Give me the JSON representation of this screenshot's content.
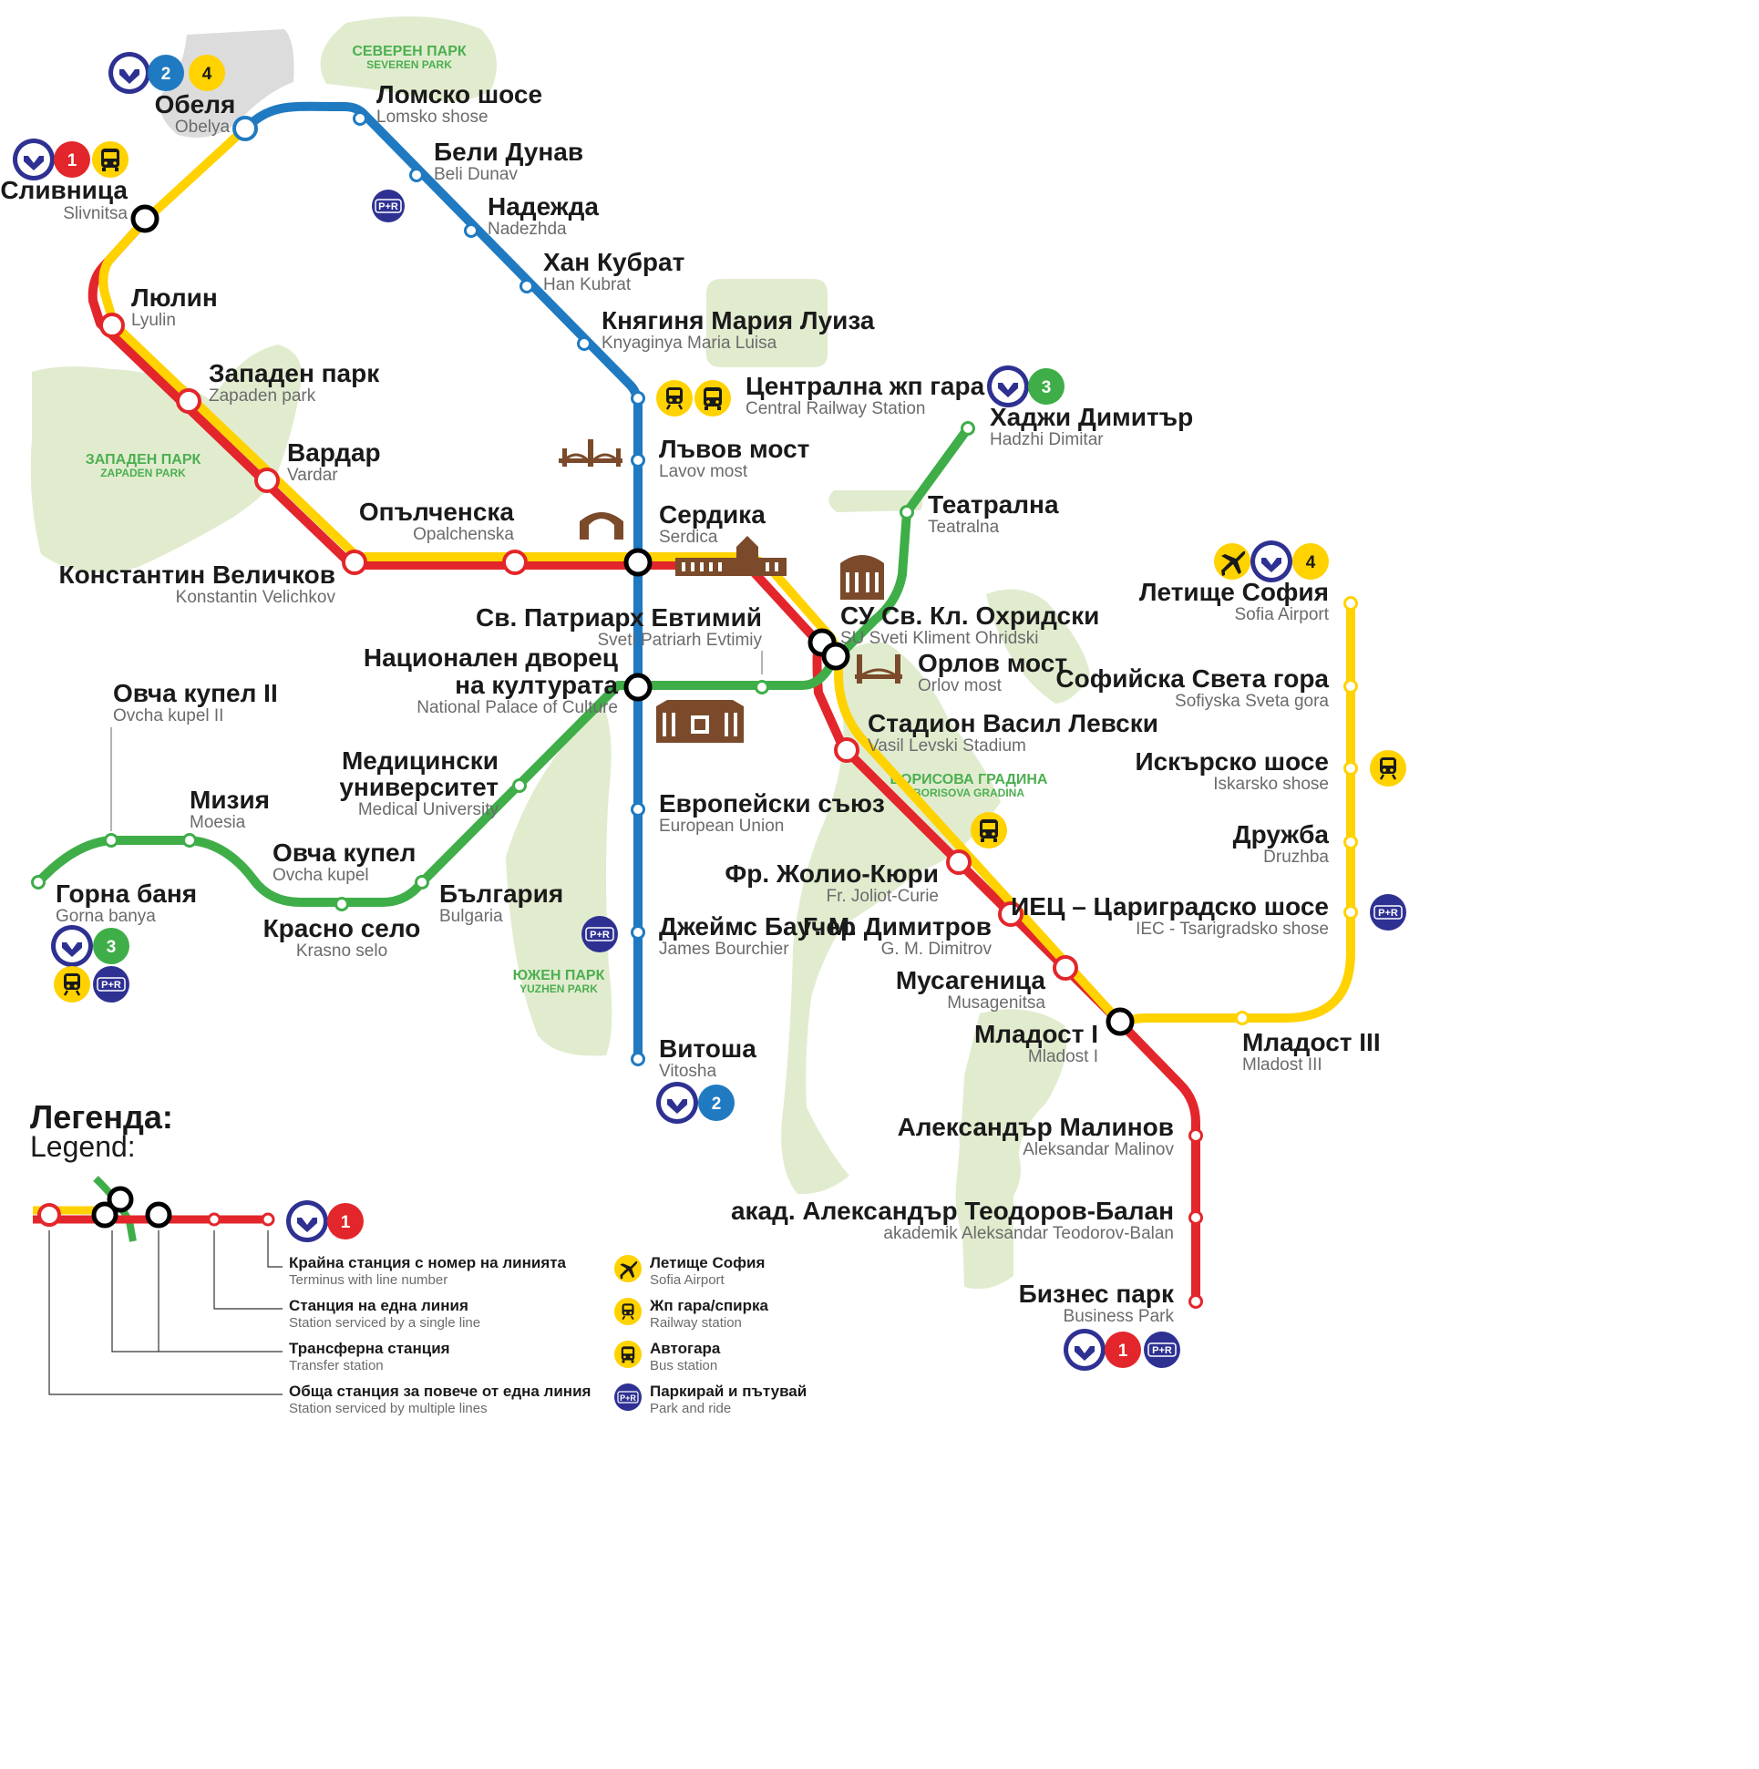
{
  "colors": {
    "line1": "#e3262b",
    "line2": "#1f7ac1",
    "line3": "#3fae49",
    "line4": "#ffd200",
    "park": "#e1eccf",
    "metro_blue": "#2e3192",
    "landmark": "#7a4a2a"
  },
  "stations": {
    "obelya": {
      "bg": "Обеля",
      "en": "Obelya"
    },
    "slivnitsa": {
      "bg": "Сливница",
      "en": "Slivnitsa"
    },
    "lyulin": {
      "bg": "Люлин",
      "en": "Lyulin"
    },
    "zapaden_park": {
      "bg": "Западен парк",
      "en": "Zapaden park"
    },
    "vardar": {
      "bg": "Вардар",
      "en": "Vardar"
    },
    "konstantin": {
      "bg": "Константин Величков",
      "en": "Konstantin Velichkov"
    },
    "opalchenska": {
      "bg": "Опълченска",
      "en": "Opalchenska"
    },
    "serdika": {
      "bg": "Сердика",
      "en": "Serdica"
    },
    "lomsko": {
      "bg": "Ломско шосе",
      "en": "Lomsko shose"
    },
    "beli_dunav": {
      "bg": "Бели Дунав",
      "en": "Beli Dunav"
    },
    "nadezhda": {
      "bg": "Надежда",
      "en": "Nadezhda"
    },
    "han_kubrat": {
      "bg": "Хан Кубрат",
      "en": "Han Kubrat"
    },
    "knyaginya": {
      "bg": "Княгиня Мария Луиза",
      "en": "Knyaginya Maria Luisa"
    },
    "central_railway": {
      "bg": "Централна жп гара",
      "en": "Central Railway Station"
    },
    "lavov": {
      "bg": "Лъвов мост",
      "en": "Lavov most"
    },
    "patriarh": {
      "bg": "Св. Патриарх Евтимий",
      "en": "Sveti Patriarh Evtimiy"
    },
    "ndk_1": {
      "bg": "Национален дворец",
      "en": ""
    },
    "ndk_2": {
      "bg": "на културата",
      "en": "National Palace of Culture"
    },
    "eu": {
      "bg": "Европейски съюз",
      "en": "European Union"
    },
    "bourchier": {
      "bg": "Джеймс Баучер",
      "en": "James Bourchier"
    },
    "vitosha": {
      "bg": "Витоша",
      "en": "Vitosha"
    },
    "hadzhi": {
      "bg": "Хаджи Димитър",
      "en": "Hadzhi Dimitar"
    },
    "teatralna": {
      "bg": "Театрална",
      "en": "Teatralna"
    },
    "su": {
      "bg": "СУ Св. Кл. Охридски",
      "en": "SU Sveti Kliment Ohridski"
    },
    "orlov": {
      "bg": "Орлов мост",
      "en": "Orlov most"
    },
    "stadion": {
      "bg": "Стадион Васил Левски",
      "en": "Vasil Levski Stadium"
    },
    "ovcha_kupel_2": {
      "bg": "Овча купел II",
      "en": "Ovcha kupel II"
    },
    "medical_1": {
      "bg": "Медицински",
      "en": ""
    },
    "medical_2": {
      "bg": "университет",
      "en": "Medical University"
    },
    "moesia": {
      "bg": "Мизия",
      "en": "Moesia"
    },
    "ovcha_kupel": {
      "bg": "Овча купел",
      "en": "Ovcha kupel"
    },
    "gorna_banya": {
      "bg": "Горна баня",
      "en": "Gorna banya"
    },
    "krasno_selo": {
      "bg": "Красно село",
      "en": "Krasno selo"
    },
    "bulgaria": {
      "bg": "България",
      "en": "Bulgaria"
    },
    "joliot": {
      "bg": "Фр. Жолио-Кюри",
      "en": "Fr. Joliot-Curie"
    },
    "dimitrov": {
      "bg": "Г. М. Димитров",
      "en": "G. M. Dimitrov"
    },
    "musagenitsa": {
      "bg": "Мусагеница",
      "en": "Musagenitsa"
    },
    "mladost1": {
      "bg": "Младост I",
      "en": "Mladost I"
    },
    "mladost3": {
      "bg": "Младост III",
      "en": "Mladost III"
    },
    "malinov": {
      "bg": "Александър Малинов",
      "en": "Aleksandar Malinov"
    },
    "balan": {
      "bg": "акад. Александър Теодоров-Балан",
      "en": "akademik Aleksandar Teodorov-Balan"
    },
    "business_park": {
      "bg": "Бизнес парк",
      "en": "Business Park"
    },
    "airport": {
      "bg": "Летище София",
      "en": "Sofia Airport"
    },
    "sveta_gora": {
      "bg": "Софийска Света гора",
      "en": "Sofiyska Sveta gora"
    },
    "iskarsko": {
      "bg": "Искърско шосе",
      "en": "Iskarsko shose"
    },
    "druzhba": {
      "bg": "Дружба",
      "en": "Druzhba"
    },
    "iec": {
      "bg": "ИЕЦ – Цариградско шосе",
      "en": "IEC - Tsarigradsko shose"
    }
  },
  "parks": {
    "severen": {
      "bg": "СЕВЕРЕН ПАРК",
      "en": "SEVEREN PARK"
    },
    "zapaden": {
      "bg": "ЗАПАДЕН ПАРК",
      "en": "ZAPADEN PARK"
    },
    "borisova": {
      "bg": "БОРИСОВА ГРАДИНА",
      "en": "BORISOVA GRADINA"
    },
    "yuzhen": {
      "bg": "ЮЖЕН ПАРК",
      "en": "YUZHEN PARK"
    }
  },
  "line_numbers": {
    "l1": "1",
    "l2": "2",
    "l3": "3",
    "l4": "4"
  },
  "pr_label": "P+R",
  "legend": {
    "title": "Легенда:",
    "subtitle": "Legend:",
    "terminus": {
      "bg": "Крайна станция с номер на линията",
      "en": "Terminus with line number"
    },
    "single": {
      "bg": "Станция на една линия",
      "en": "Station serviced by a single line"
    },
    "transfer": {
      "bg": "Трансферна станция",
      "en": "Transfer station"
    },
    "multi": {
      "bg": "Обща станция за повече от една линия",
      "en": "Station serviced by multiple lines"
    },
    "airport": {
      "bg": "Летище София",
      "en": "Sofia Airport"
    },
    "railway": {
      "bg": "Жп гара/спирка",
      "en": "Railway station"
    },
    "bus": {
      "bg": "Автогара",
      "en": "Bus station"
    },
    "park_ride": {
      "bg": "Паркирай и пътувай",
      "en": "Park and ride"
    }
  },
  "icons": [
    "metro-icon",
    "train-icon",
    "bus-icon",
    "airplane-icon",
    "park-and-ride-icon",
    "bridge-icon",
    "arch-icon",
    "palace-icon",
    "university-icon",
    "ndk-icon"
  ]
}
